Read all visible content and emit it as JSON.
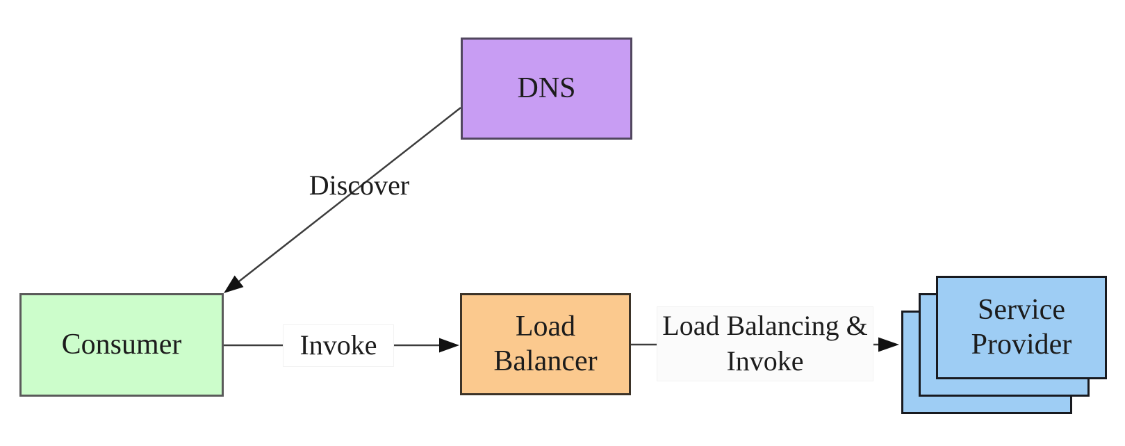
{
  "diagram": {
    "type": "architecture-flow",
    "nodes": {
      "dns": {
        "label": "DNS",
        "fill": "#c89df3"
      },
      "consumer": {
        "label": "Consumer",
        "fill": "#ccfdcb"
      },
      "load_balancer": {
        "label": "Load Balancer",
        "fill": "#fbc98e"
      },
      "service_provider": {
        "label": "Service Provider",
        "fill": "#9ecdf4",
        "stack_count": 3
      }
    },
    "edges": [
      {
        "from": "dns",
        "to": "consumer",
        "label": "Discover",
        "direction": "dns-to-consumer"
      },
      {
        "from": "consumer",
        "to": "load_balancer",
        "label": "Invoke",
        "direction": "consumer-to-load-balancer"
      },
      {
        "from": "load_balancer",
        "to": "service_provider",
        "label": "Load Balancing & Invoke",
        "direction": "load-balancer-to-service-provider"
      }
    ],
    "colors": {
      "background": "#ffffff",
      "line": "#3c3c3c",
      "arrowhead": "#111111",
      "text": "#1c1c1c"
    }
  }
}
